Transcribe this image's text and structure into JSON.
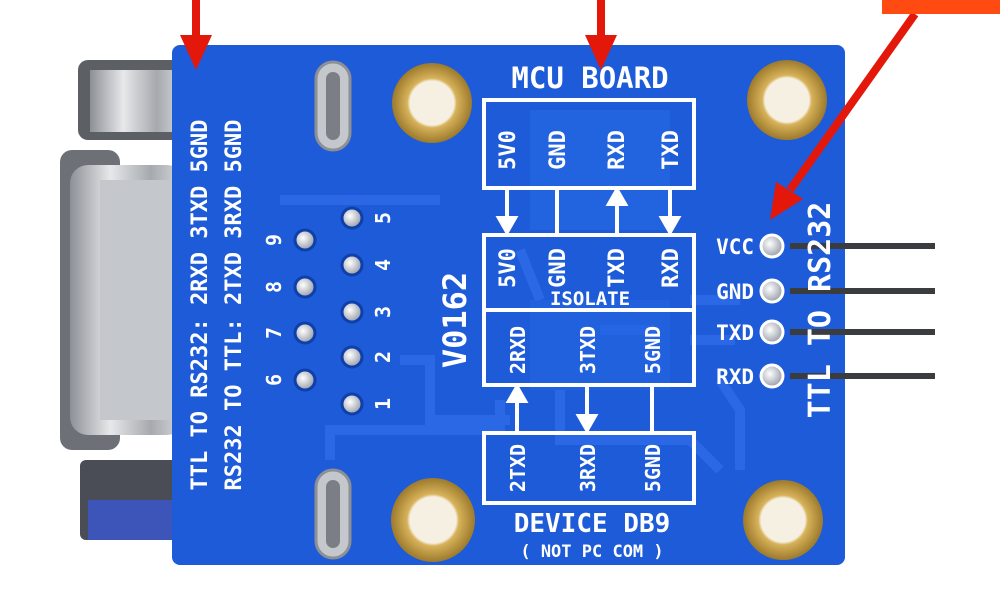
{
  "colors": {
    "pcb": "#1e5bd8",
    "pcb_dark": "#1847b4",
    "trace": "#2a68e6",
    "silkscreen": "#ffffff",
    "gold": "#c9a24a",
    "metal": "#b9bcc1",
    "arrow": "#e3170a",
    "arrow_box": "#ff4a12"
  },
  "board": {
    "top_label": "MCU BOARD",
    "mcu_pins": [
      "5V0",
      "GND",
      "RXD",
      "TXD"
    ],
    "isolate_top_pins": [
      "5V0",
      "GND",
      "TXD",
      "RXD"
    ],
    "isolate_label": "ISOLATE",
    "isolate_bottom_pins": [
      "2RXD",
      "3TXD",
      "5GND"
    ],
    "device_pins": [
      "2TXD",
      "3RXD",
      "5GND"
    ],
    "bottom_label": "DEVICE DB9",
    "bottom_sublabel": "( NOT PC COM )",
    "model": "V0162",
    "left_text_1": "TTL TO RS232: 2RXD 3TXD 5GND",
    "left_text_2": "RS232 TO TTL: 2TXD 3RXD 5GND",
    "right_text": "TTL TO RS232",
    "header_pins": [
      "VCC",
      "GND",
      "TXD",
      "RXD"
    ],
    "db9_numbers_row_top": [
      "9",
      "8",
      "7",
      "6"
    ],
    "db9_numbers_row_bottom": [
      "5",
      "4",
      "3",
      "2",
      "1"
    ]
  },
  "icons": {
    "arrow_left": "red-arrow-down-icon",
    "arrow_center": "red-arrow-down-icon",
    "arrow_right": "red-arrow-diagonal-icon"
  }
}
